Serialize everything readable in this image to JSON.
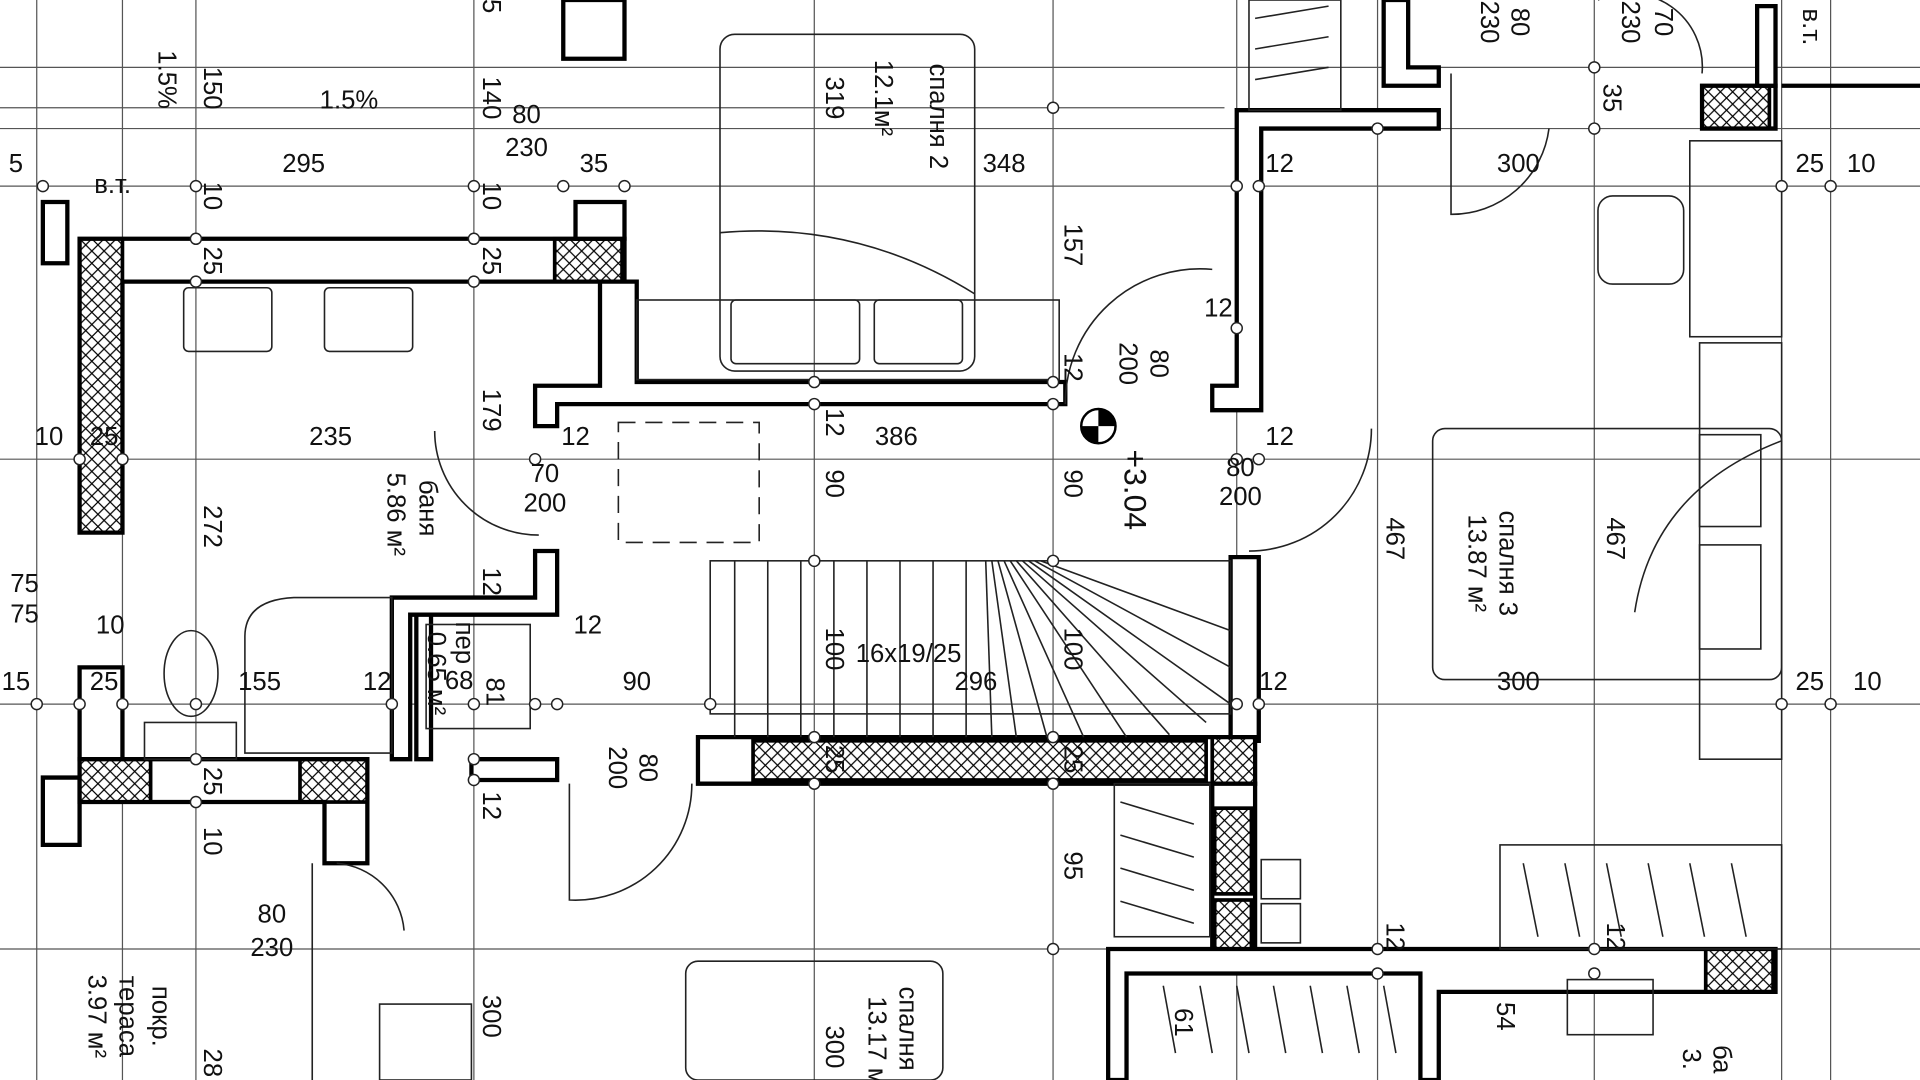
{
  "title": "Floor plan, level +3.04",
  "labels": [
    "1.5%",
    "150",
    "1.5%",
    "5",
    "140",
    "80",
    "230",
    "5",
    "295",
    "10",
    "10",
    "35",
    "в.т.",
    "25",
    "25",
    "спалня 2",
    "12.1м²",
    "319",
    "348",
    "157",
    "12",
    "80",
    "200",
    "12",
    "10",
    "25",
    "235",
    "179",
    "12",
    "386",
    "12",
    "баня",
    "5.86 м²",
    "70",
    "200",
    "90",
    "90",
    "+3.04",
    "80",
    "200",
    "12",
    "300",
    "25",
    "10",
    "230",
    "80",
    "230",
    "70",
    "35",
    "в.т.",
    "12",
    "467",
    "спалня 3",
    "13.87 м²",
    "467",
    "272",
    "75",
    "75",
    "10",
    "12",
    "12",
    "пер",
    "0.65 м²",
    "68",
    "81",
    "15",
    "25",
    "155",
    "12",
    "90",
    "100",
    "16x19/25",
    "296",
    "100",
    "12",
    "300",
    "25",
    "10",
    "80",
    "200",
    "25",
    "25",
    "25",
    "12",
    "10",
    "95",
    "80",
    "230",
    "12",
    "12",
    "покр.",
    "тераса",
    "3.97 м²",
    "300",
    "28",
    "300",
    "спалня",
    "13.17 м",
    "61",
    "54",
    "ба",
    "3."
  ],
  "colors": {
    "line": "#000000",
    "background": "#ffffff"
  }
}
